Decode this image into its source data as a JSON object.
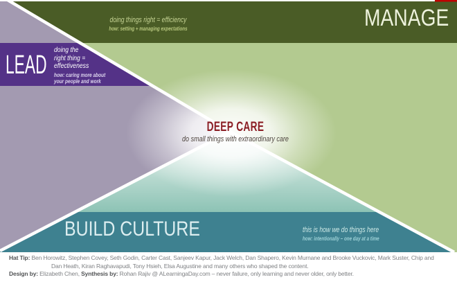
{
  "colors": {
    "dark_olive": "#4a5c26",
    "light_green": "#b3ca90",
    "lavender_gray": "#a39ab1",
    "lead_purple": "#543287",
    "teal_band": "#3e8190",
    "seafoam": "#8dc3b5",
    "seafoam_light": "#eef6f1",
    "glow_white": "#ffffff",
    "divider_white": "#ffffff",
    "red_accent": "#c00000",
    "deep_care_red": "#8b1e24"
  },
  "quadrants": {
    "manage": {
      "label": "MANAGE",
      "line": "doing things right = efficiency",
      "how": "how: setting + managing expectations"
    },
    "lead": {
      "label": "LEAD",
      "line1": "doing the",
      "line2": "right thing =",
      "line3": "effectiveness",
      "how1": "how: caring more about",
      "how2": "your people and work"
    },
    "build_culture": {
      "label": "BUILD CULTURE",
      "line": "this is how we do things here",
      "how": "how: intentionally – one day at a time"
    },
    "deep_care": {
      "title": "DEEP CARE",
      "subtitle": "do small things with extraordinary care"
    }
  },
  "footer": {
    "hat_tip_label": "Hat Tip:",
    "hat_tip_text": " Ben Horowitz, Stephen Covey, Seth Godin, Carter Cast, Sanjeev Kapur, Jack Welch, Dan Shapero, Kevin Murnane and Brooke Vuckovic, Mark Suster, Chip and",
    "hat_tip_text_line2": "Dan Heath, Kiran Raghavapudi, Tony Hsieh, Elsa Augustine and many others who shaped the content.",
    "design_label": "Design by:",
    "design_text": " Elizabeth Chen, ",
    "synthesis_label": "Synthesis by:",
    "synthesis_text": " Rohan Rajiv @ ALearningaDay.com – never failure, only learning and never older, only better."
  }
}
